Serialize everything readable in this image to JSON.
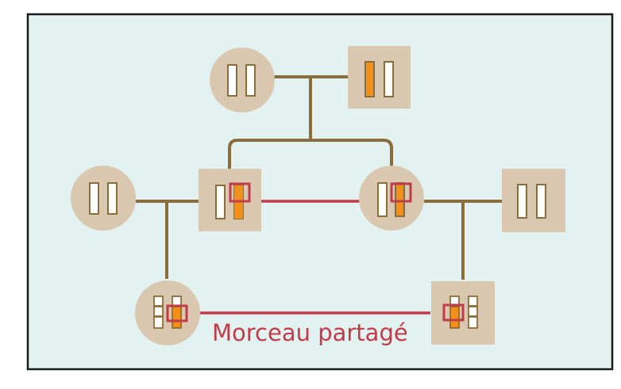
{
  "shared_label": "Morceau partagé",
  "colors": {
    "background": "#e2f2f0",
    "frame": "#1b1b1b",
    "tan": "#d9c7b0",
    "line": "#8b6d3b",
    "shared": "#c23b48",
    "orange": "#f0901a",
    "chromosome": "#ffffff",
    "chromosome_stroke": "#8b6d3b"
  },
  "pedigree": {
    "generations": 3,
    "individuals": [
      {
        "name": "grandparent-female",
        "shape": "circle",
        "chromosomes": [
          "plain",
          "plain"
        ]
      },
      {
        "name": "grandparent-male",
        "shape": "square",
        "chromosomes": [
          "orange",
          "plain"
        ]
      },
      {
        "name": "left-spouse-female",
        "shape": "circle",
        "chromosomes": [
          "plain",
          "plain"
        ]
      },
      {
        "name": "sibling-male",
        "shape": "square",
        "chromosomes": [
          "plain",
          "orange-segment"
        ],
        "shared_segment": true
      },
      {
        "name": "sibling-female",
        "shape": "circle",
        "chromosomes": [
          "plain",
          "orange-segment"
        ],
        "shared_segment": true
      },
      {
        "name": "right-spouse-male",
        "shape": "square",
        "chromosomes": [
          "plain",
          "plain"
        ]
      },
      {
        "name": "cousin-female",
        "shape": "circle",
        "chromosomes": [
          "plain",
          "orange-segment"
        ],
        "shared_segment": true
      },
      {
        "name": "cousin-male",
        "shape": "square",
        "chromosomes": [
          "orange-segment",
          "plain"
        ],
        "shared_segment": true
      }
    ]
  }
}
